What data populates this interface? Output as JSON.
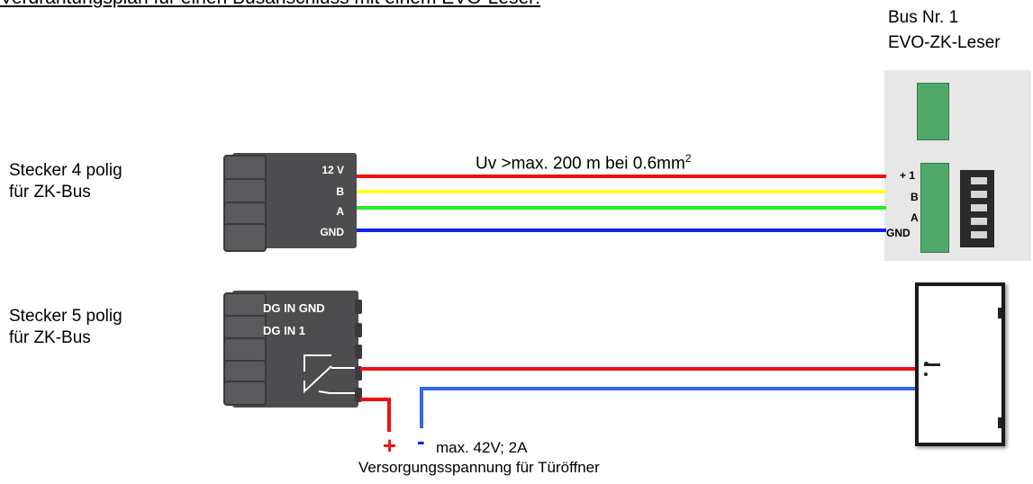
{
  "title": "Verdrahtungsplan für einen Busanschluss mit einem EVO-Leser:",
  "reader": {
    "line1": "Bus Nr. 1",
    "line2": "EVO-ZK-Leser",
    "terminals": [
      "+ 1",
      "B",
      "A",
      "GND"
    ]
  },
  "connector4": {
    "label_line1": "Stecker 4 polig",
    "label_line2": "für ZK-Bus",
    "pins": [
      "12 V",
      "B",
      "A",
      "GND"
    ]
  },
  "connector5": {
    "label_line1": "Stecker 5 polig",
    "label_line2": "für ZK-Bus",
    "pins_row1": "DG IN  GND",
    "pins_row2": "DG IN   1"
  },
  "cable_note": {
    "text": "Uv >max. 200 m bei 0.6mm",
    "sup": "2"
  },
  "supply": {
    "plus": "+",
    "minus": "-",
    "spec": "max. 42V; 2A",
    "caption": "Versorgungsspannung für Türöffner"
  },
  "colors": {
    "red": "#ee1111",
    "yellow": "#ffff22",
    "green": "#22ee22",
    "blue": "#1122ee",
    "light_blue": "#3366ee"
  }
}
